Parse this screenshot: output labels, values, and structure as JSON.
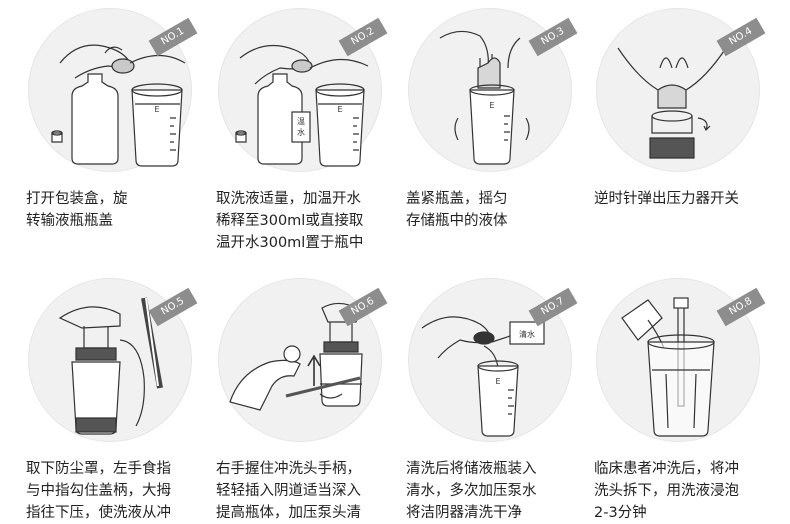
{
  "steps": [
    {
      "no": "NO.1",
      "lines": [
        "打开包装盒，旋",
        "转输液瓶瓶盖"
      ]
    },
    {
      "no": "NO.2",
      "lines": [
        "取洗液适量，加温开水",
        "稀释至300ml或直接取",
        "温开水300ml置于瓶中"
      ]
    },
    {
      "no": "NO.3",
      "lines": [
        "盖紧瓶盖，摇匀",
        "存储瓶中的液体"
      ]
    },
    {
      "no": "NO.4",
      "lines": [
        "逆时针弹出压力器开关"
      ]
    },
    {
      "no": "NO.5",
      "lines": [
        "取下防尘罩，左手食指",
        "与中指勾住盖柄，大拇",
        "指往下压，使洗液从冲"
      ]
    },
    {
      "no": "NO.6",
      "lines": [
        "右手握住冲洗头手柄，",
        "轻轻插入阴道适当深入",
        "提高瓶体，加压泵头清"
      ]
    },
    {
      "no": "NO.7",
      "lines": [
        "清洗后将储液瓶装入",
        "清水，多次加压泵水",
        "将洁阴器清洗干净"
      ]
    },
    {
      "no": "NO.8",
      "lines": [
        "临床患者冲洗后，将冲",
        "洗头拆下，用洗液浸泡",
        "2-3分钟"
      ]
    }
  ],
  "labels": {
    "cup_mark": "E",
    "warm_water": "温水",
    "clean_water": "清水"
  },
  "colors": {
    "circle_bg": "#f1f1f1",
    "badge_bg": "#8d8d8d",
    "line": "#333333"
  }
}
